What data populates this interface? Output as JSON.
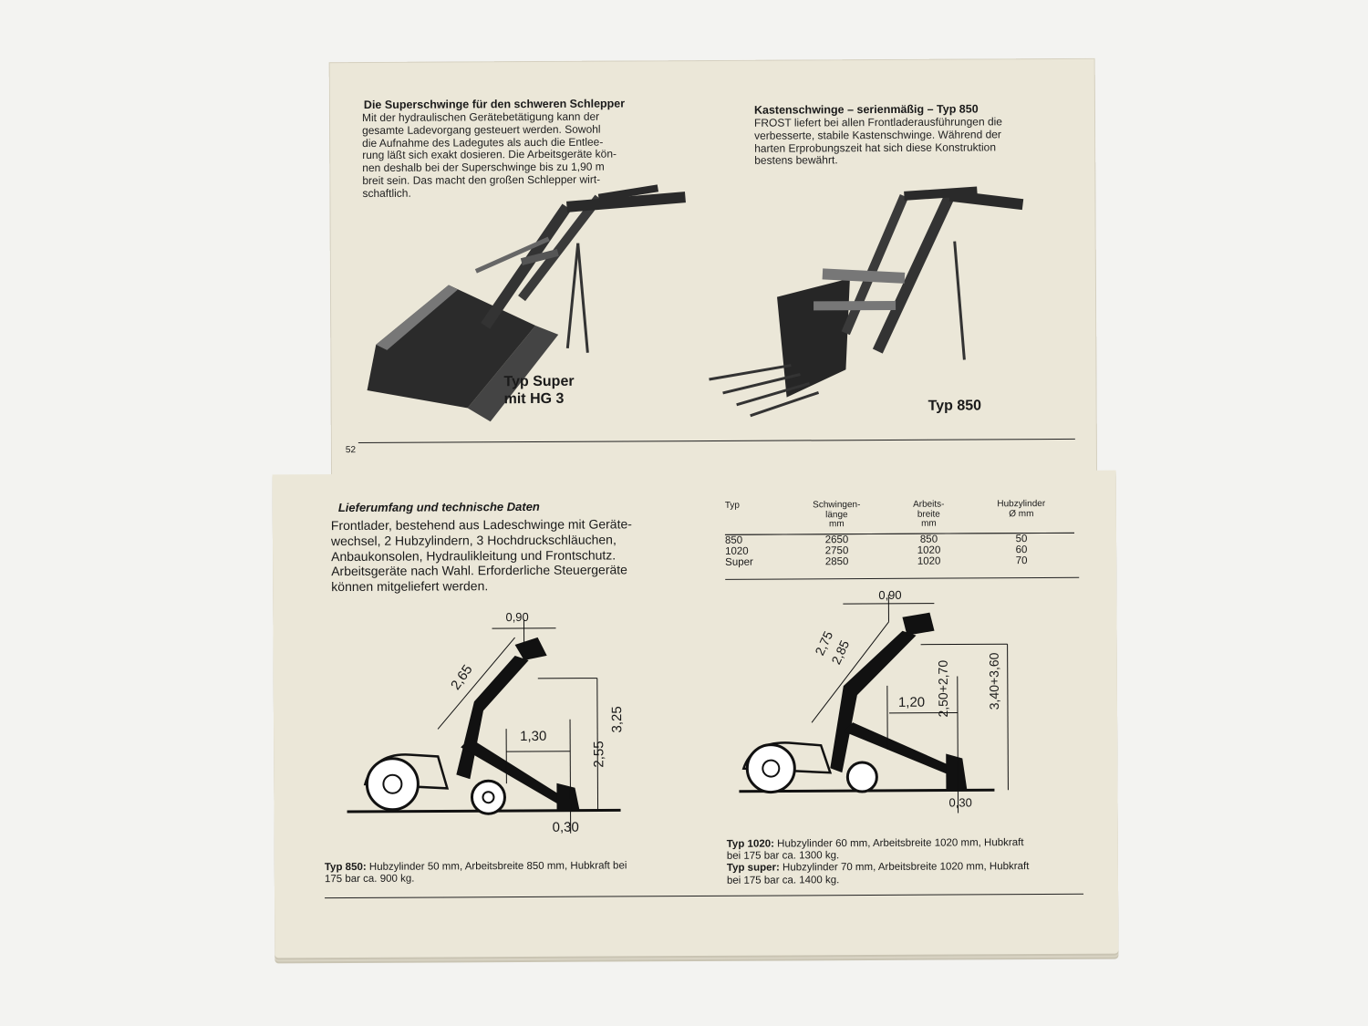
{
  "top_page": {
    "left_heading": "Die Superschwinge für den schweren Schlepper",
    "left_body": [
      "Mit der hydraulischen Gerätebetätigung kann der",
      "gesamte Ladevorgang gesteuert werden. Sowohl",
      "die Aufnahme des Ladegutes als auch die Entlee-",
      "rung läßt sich exakt dosieren. Die Arbeitsgeräte kön-",
      "nen deshalb bei der Superschwinge bis zu 1,90 m",
      "breit sein. Das macht den großen Schlepper wirt-",
      "schaftlich."
    ],
    "left_caption": [
      "Typ Super",
      "mit HG 3"
    ],
    "right_heading": "Kastenschwinge – serienmäßig – Typ 850",
    "right_body": [
      "FROST liefert bei allen Frontladerausführungen die",
      "verbesserte, stabile Kastenschwinge. Während der",
      "harten Erprobungszeit hat sich diese Konstruktion",
      "bestens bewährt."
    ],
    "right_caption": "Typ 850",
    "page_number": "52"
  },
  "bottom_page": {
    "heading": "Lieferumfang und technische Daten",
    "body": [
      "Frontlader, bestehend aus Ladeschwinge mit Geräte-",
      "wechsel, 2 Hubzylindern, 3 Hochdruckschläuchen,",
      "Anbaukonsolen, Hydraulikleitung und Frontschutz.",
      "Arbeitsgeräte nach Wahl. Erforderliche Steuergeräte",
      "können mitgeliefert werden."
    ],
    "table": {
      "headers": [
        "Typ",
        "Schwingen-\nlänge\nmm",
        "Arbeits-\nbreite\nmm",
        "Hubzylinder\nØ mm"
      ],
      "rows": [
        [
          "850",
          "2650",
          "850",
          "50"
        ],
        [
          "1020",
          "2750",
          "1020",
          "60"
        ],
        [
          "Super",
          "2850",
          "1020",
          "70"
        ]
      ]
    },
    "diagram_left": {
      "d1": "0,90",
      "d2": "2,65",
      "d3": "1,30",
      "d4": "2,55",
      "d5": "3,25",
      "d6": "0,30"
    },
    "diagram_right": {
      "d1": "0,90",
      "d2": "2,75",
      "d2b": "2,85",
      "d3": "1,20",
      "d4": "2,50+2,70",
      "d5": "3,40+3,60",
      "d6": "0,30"
    },
    "caption_left": {
      "label": "Typ 850:",
      "text1": " Hubzylinder 50 mm, Arbeitsbreite 850 mm, Hubkraft bei",
      "text2": "175 bar ca. 900 kg."
    },
    "caption_right_1": {
      "label": "Typ 1020:",
      "text1": " Hubzylinder 60 mm, Arbeitsbreite 1020 mm, Hubkraft",
      "text2": "bei 175 bar ca. 1300 kg."
    },
    "caption_right_2": {
      "label": "Typ super:",
      "text1": " Hubzylinder 70 mm, Arbeitsbreite 1020 mm, Hubkraft",
      "text2": "bei 175 bar ca. 1400 kg."
    }
  }
}
